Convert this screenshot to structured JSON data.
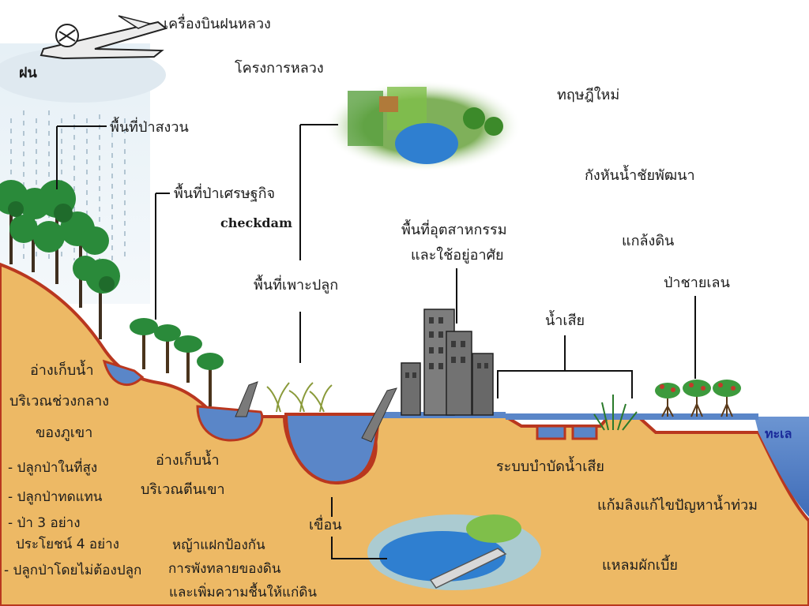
{
  "labels": {
    "royal_rain_plane": "เครื่องบินฝนหลวง",
    "royal_project": "โครงการหลวง",
    "rain": "ฝน",
    "new_theory": "ทฤษฎีใหม่",
    "reserved_forest": "พื้นที่ป่าสงวน",
    "economic_forest": "พื้นที่ป่าเศรษฐกิจ",
    "kang_han_nam": "กังหันน้ำชัยพัฒนา",
    "checkdam": "checkdam",
    "industrial_line1": "พื้นที่อุตสาหกรรม",
    "industrial_line2": "และใช้อยู่อาศัย",
    "kaem_ling": "แกล้งดิน",
    "cultivation": "พื้นที่เพาะปลูก",
    "mangrove": "ป่าชายเลน",
    "wastewater": "น้ำเสีย",
    "reservoir_mid_1": "อ่างเก็บน้ำ",
    "reservoir_mid_2": "บริเวณช่วงกลาง",
    "reservoir_mid_3": "ของภูเขา",
    "sea": "ทะเล",
    "wastewater_system": "ระบบบำบัดน้ำเสีย",
    "reservoir_foot_1": "อ่างเก็บน้ำ",
    "reservoir_foot_2": "บริเวณตีนเขา",
    "monkey_cheek": "แก้มลิงแก้ไขปัญหาน้ำท่วม",
    "dam": "เขื่อน",
    "list_item_1": "- ปลูกป่าในที่สูง",
    "list_item_2": "- ปลูกป่าทดแทน",
    "list_item_3": "- ป่า 3 อย่าง",
    "list_item_4": "ประโยชน์ 4 อย่าง",
    "list_item_5": "- ปลูกป่าโดยไม่ต้องปลูก",
    "vetiver_1": "หญ้าแฝกป้องกัน",
    "vetiver_2": "การพังทลายของดิน",
    "vetiver_3": "และเพิ่มความชื้นให้แก่ดิน",
    "laem_phak_bia": "แหลมผักเบี้ย"
  },
  "colors": {
    "soil": "#edb965",
    "soil_edge": "#b9371f",
    "water": "#5a86c8",
    "sky_rain": "#cfe3ef",
    "tree_green": "#2a8a3a"
  }
}
